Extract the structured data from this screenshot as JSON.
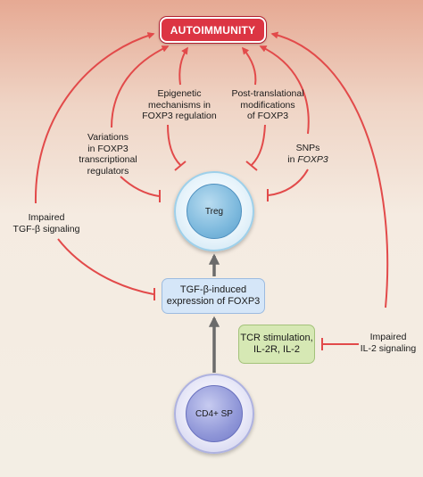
{
  "autoimmunity": "AUTOIMMUNITY",
  "labels": {
    "epigenetic": [
      "Epigenetic",
      "mechanisms in",
      "FOXP3 regulation"
    ],
    "post_translational": [
      "Post-translational",
      "modifications",
      "of FOXP3"
    ],
    "variations": [
      "Variations",
      "in FOXP3",
      "transcriptional",
      "regulators"
    ],
    "snps_line1": "SNPs",
    "snps_line2_prefix": "in ",
    "snps_line2_gene": "FOXP3",
    "impaired_tgf": [
      "Impaired",
      "TGF-β signaling"
    ],
    "impaired_il2": [
      "Impaired",
      "IL-2 signaling"
    ]
  },
  "boxes": {
    "foxp3_expression": [
      "TGF-β-induced",
      "expression of FOXP3"
    ],
    "tcr_stimulation": [
      "TCR stimulation,",
      "IL-2R, IL-2"
    ]
  },
  "cells": {
    "treg": "Treg",
    "cd4": "CD4+ SP"
  },
  "colors": {
    "arrow_red": "#e24a4a",
    "arrow_gray": "#6b6b6b"
  }
}
